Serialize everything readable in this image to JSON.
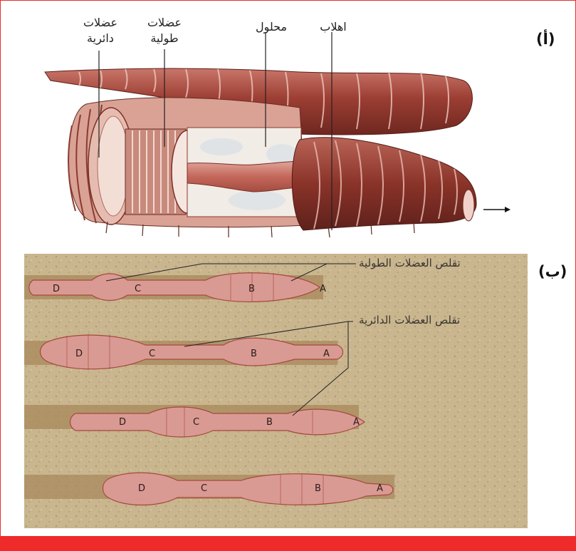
{
  "panel_a": {
    "label": "(أ)",
    "labels": {
      "circular_muscles_1": "عضلات",
      "circular_muscles_2": "دائرية",
      "longitudinal_muscles_1": "عضلات",
      "longitudinal_muscles_2": "طولية",
      "fluid": "محلول",
      "setae": "اهلاب"
    }
  },
  "panel_b": {
    "label": "(ب)",
    "annotation_longitudinal": "تقلص العضلات الطولية",
    "annotation_circular": "تقلص العضلات الدائرية",
    "segment_letters": [
      "D",
      "C",
      "B",
      "A"
    ]
  },
  "colors": {
    "frame_border": "#e23030",
    "bottom_bar": "#ee2a2a",
    "soil": "#c9b58e",
    "worm_fill": "#d99a93",
    "worm_body": "#a4493d"
  }
}
